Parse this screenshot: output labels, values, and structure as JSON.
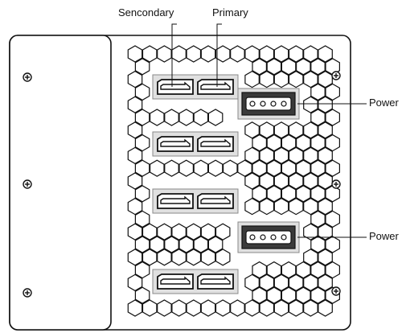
{
  "labels": {
    "secondary": "Sencondary",
    "primary": "Primary",
    "power_top": "Power",
    "power_bottom": "Power"
  },
  "colors": {
    "panel_stroke": "#111111",
    "hex_fill": "#ffffff",
    "connector_fill": "#e0e0e0",
    "molex_fill": "#3a3a3a"
  },
  "components": {
    "sata_pairs": 4,
    "molex_connectors": 2,
    "molex_pins": 4,
    "mounting_screws": 6
  }
}
